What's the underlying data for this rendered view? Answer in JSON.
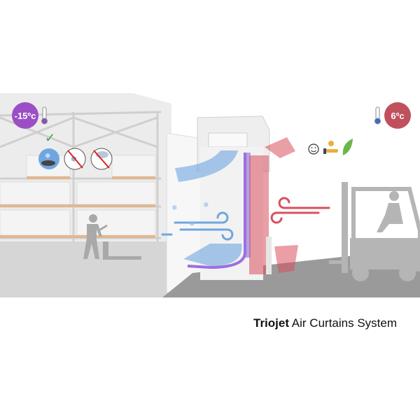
{
  "cold_side": {
    "temperature": "-15ºc",
    "color": "#9b4fc4",
    "icons": [
      "check-icon",
      "frozen-fish-icon",
      "no-ice-icon",
      "no-fog-icon",
      "thermometer-icon"
    ]
  },
  "warm_side": {
    "temperature": "6ºc",
    "color": "#c0505e",
    "icons": [
      "smiley-icon",
      "money-hand-icon",
      "leaf-icon",
      "thermometer-icon"
    ]
  },
  "caption": {
    "brand": "Triojet",
    "rest": " Air Curtains System"
  },
  "colors": {
    "cold_air": "#6fa6e0",
    "warm_air": "#d9505e",
    "floor_dark": "#9a9a9a",
    "floor_light": "#d8d8d8"
  }
}
